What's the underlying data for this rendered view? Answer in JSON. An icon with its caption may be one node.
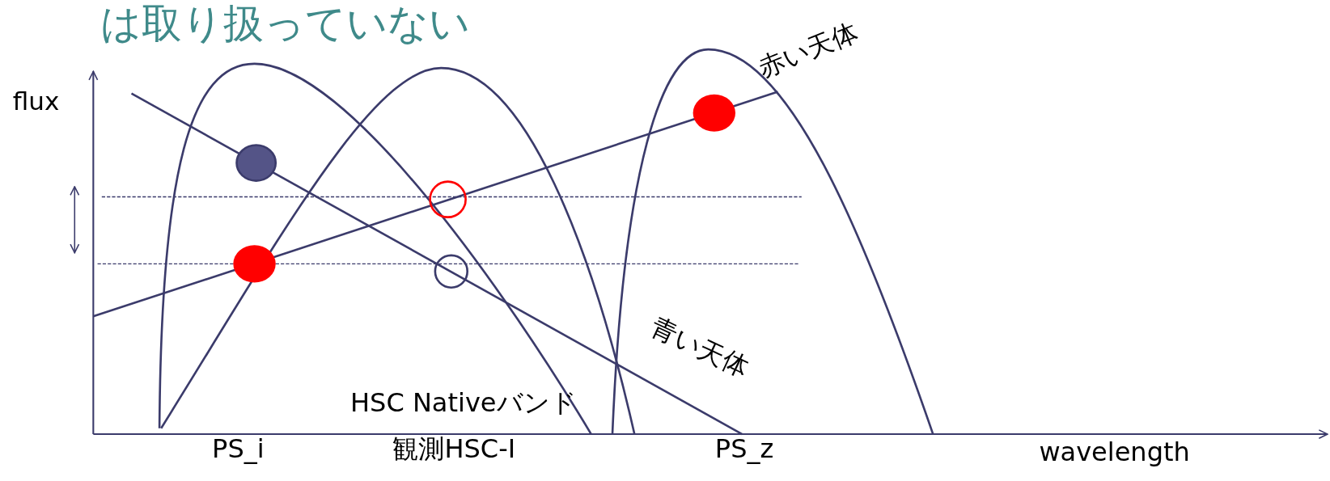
{
  "diagram": {
    "title": "は取り扱っていない",
    "labels": [
      "flux",
      "赤い天体",
      "青い天体",
      "HSC Nativeバンド",
      "PS_i",
      "観測HSC-I",
      "PS_z",
      "wavelength"
    ]
  }
}
